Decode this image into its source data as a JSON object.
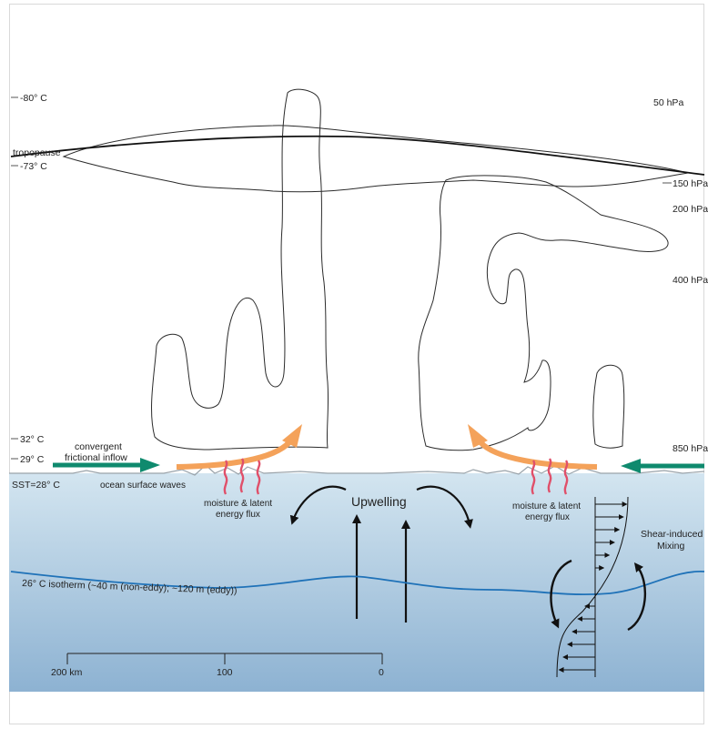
{
  "temperatures": {
    "t_minus80": "-80° C",
    "t_minus73": "-73° C",
    "t_32": "32° C",
    "t_29": "29° C",
    "sst": "SST=28° C"
  },
  "pressure_levels": {
    "p50": "50 hPa",
    "p150": "150 hPa",
    "p200": "200 hPa",
    "p400": "400 hPa",
    "p850": "850 hPa"
  },
  "labels": {
    "tropopause": "tropopause",
    "inflow_line1": "convergent",
    "inflow_line2": "frictional inflow",
    "surface_waves": "ocean surface waves",
    "flux_line1": "moisture & latent",
    "flux_line2": "energy flux",
    "upwelling": "Upwelling",
    "shear_line1": "Shear-induced",
    "shear_line2": "Mixing",
    "isotherm": "26° C isotherm (~40 m (non-eddy); ~120 m (eddy))"
  },
  "scale_bar": {
    "left": "200 km",
    "middle": "100",
    "right": "0"
  },
  "colors": {
    "ocean_top": "#cfe2ee",
    "ocean_bottom": "#8fb4d3",
    "isotherm": "#1f72b8",
    "inflow_arrow": "#0f8a6e",
    "updraft_arrow": "#f4a25a",
    "flux_wave": "#e0506a",
    "cloud_outline": "#2b2b2b"
  }
}
